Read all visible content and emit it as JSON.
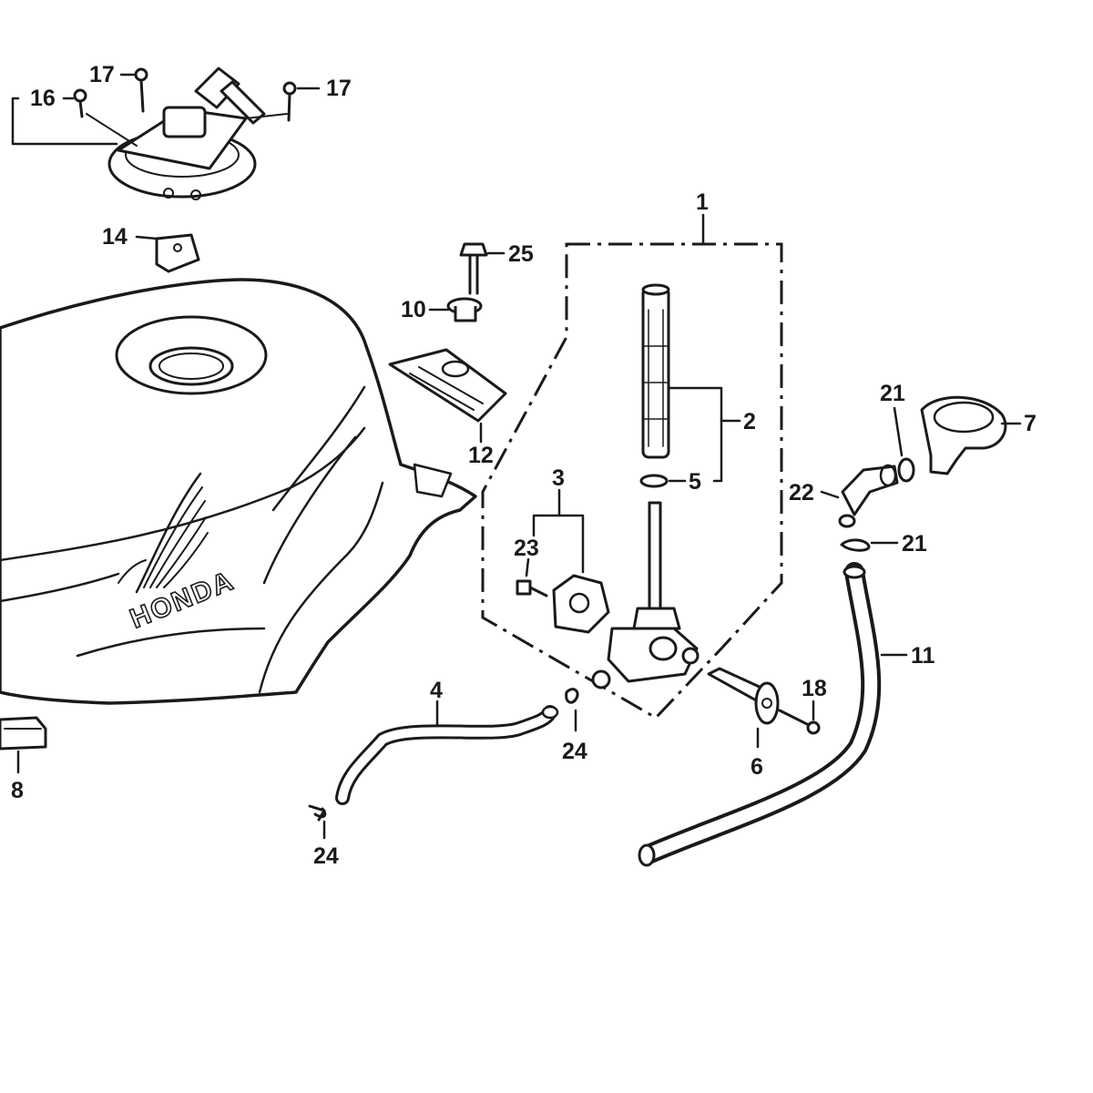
{
  "brand_text": "HONDA",
  "labels": {
    "p1": "1",
    "p2": "2",
    "p3": "3",
    "p4": "4",
    "p5": "5",
    "p6": "6",
    "p7": "7",
    "p8": "8",
    "p10": "10",
    "p11": "11",
    "p12": "12",
    "p14": "14",
    "p16": "16",
    "p17a": "17",
    "p17b": "17",
    "p18": "18",
    "p21a": "21",
    "p21b": "21",
    "p22": "22",
    "p23": "23",
    "p24a": "24",
    "p24b": "24",
    "p25": "25"
  }
}
